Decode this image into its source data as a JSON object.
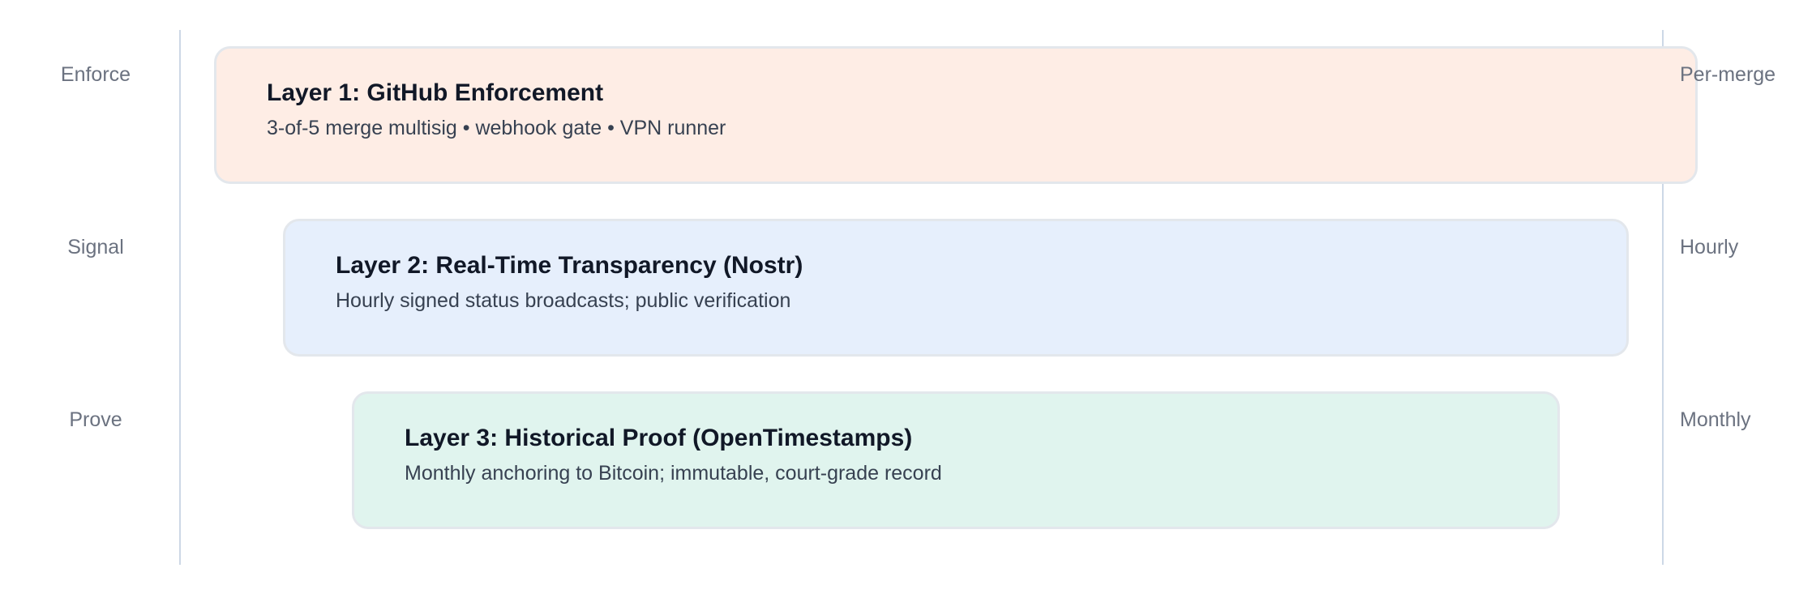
{
  "layers": [
    {
      "stage": "Enforce",
      "title": "Layer 1: GitHub Enforcement",
      "description": "3-of-5 merge multisig • webhook gate • VPN runner",
      "cadence": "Per-merge",
      "color": "#feede5"
    },
    {
      "stage": "Signal",
      "title": "Layer 2: Real-Time Transparency (Nostr)",
      "description": "Hourly signed status broadcasts; public verification",
      "cadence": "Hourly",
      "color": "#e6effc"
    },
    {
      "stage": "Prove",
      "title": "Layer 3: Historical Proof (OpenTimestamps)",
      "description": "Monthly anchoring to Bitcoin; immutable, court-grade record",
      "cadence": "Monthly",
      "color": "#e0f4ee"
    }
  ],
  "colors": {
    "guide_line": "#cdd8e6",
    "side_text": "#6b7280",
    "title_text": "#111827",
    "desc_text": "#374151"
  }
}
